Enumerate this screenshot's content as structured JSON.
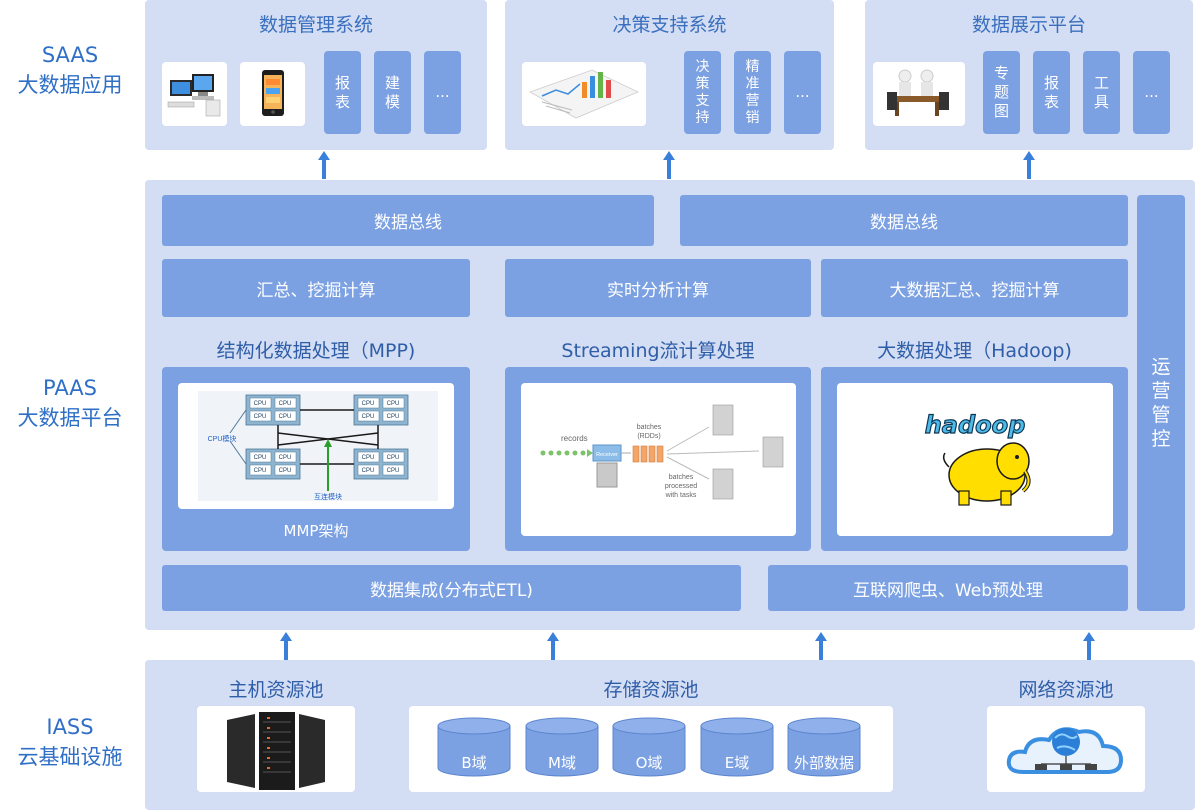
{
  "layers": {
    "saas": {
      "line1": "SAAS",
      "line2": "大数据应用"
    },
    "paas": {
      "line1": "PAAS",
      "line2": "大数据平台"
    },
    "iass": {
      "line1": "IASS",
      "line2": "云基础设施"
    }
  },
  "saas": {
    "dms": {
      "title": "数据管理系统",
      "tiles": [
        "报\n表",
        "建\n模",
        "..."
      ]
    },
    "dss": {
      "title": "决策支持系统",
      "tiles": [
        "决\n策\n支\n持",
        "精\n准\n营\n销",
        "..."
      ]
    },
    "dvp": {
      "title": "数据展示平台",
      "tiles": [
        "专\n题\n图",
        "报\n表",
        "工\n具",
        "..."
      ]
    }
  },
  "paas": {
    "bus_left": "数据总线",
    "bus_right": "数据总线",
    "calc_left": "汇总、挖掘计算",
    "calc_mid": "实时分析计算",
    "calc_right": "大数据汇总、挖掘计算",
    "mpp_title": "结构化数据处理（MPP)",
    "mpp_caption": "MMP架构",
    "mpp_cpu_label": "CPU模块",
    "mpp_interconnect_label": "互连模块",
    "mpp_cpu": "CPU",
    "stream_title": "Streaming流计算处理",
    "stream_records": "records",
    "stream_receiver": "Receiver",
    "stream_batches": "batches\n(RDDs)",
    "stream_processed": "batches\nprocessed\nwith tasks",
    "hadoop_title": "大数据处理（Hadoop)",
    "hadoop_logo": "hadoop",
    "etl": "数据集成(分布式ETL)",
    "crawler": "互联网爬虫、Web预处理",
    "ops": "运\n营\n管\n控"
  },
  "iass": {
    "host_pool": "主机资源池",
    "storage_pool": "存储资源池",
    "network_pool": "网络资源池",
    "domains": [
      "B域",
      "M域",
      "O域",
      "E域",
      "外部数据"
    ]
  },
  "colors": {
    "panel": "#d3ddf3",
    "tile": "#7ca1e2",
    "title": "#3a6fbf",
    "label": "#2f6fc6"
  }
}
